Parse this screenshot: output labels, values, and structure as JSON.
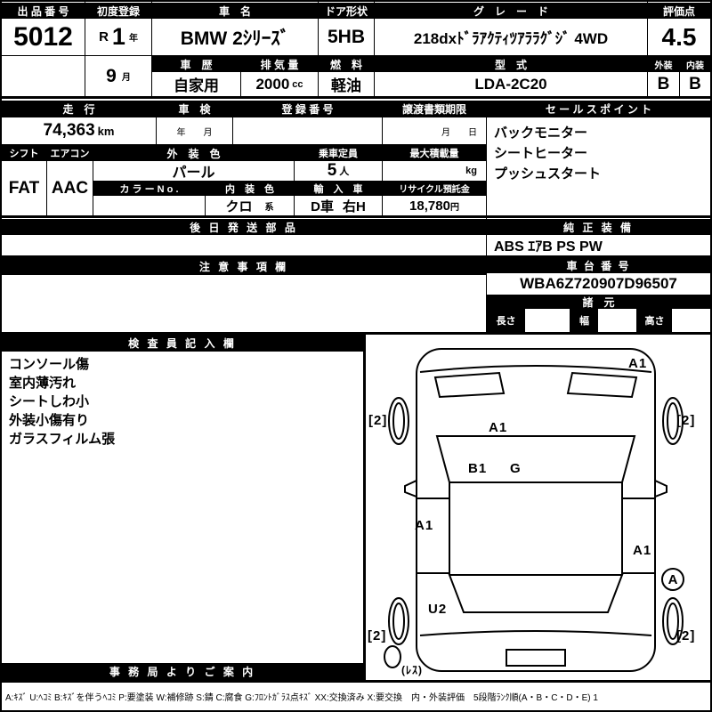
{
  "header": {
    "auction_no_label": "出 品 番 号",
    "auction_no": "5012",
    "first_reg_label": "初度登録",
    "era": "R",
    "year": "1",
    "year_unit": "年",
    "month": "9",
    "month_unit": "月",
    "car_name_label": "車　名",
    "car_name": "BMW 2ｼﾘｰｽﾞ",
    "door_label": "ドア形状",
    "door": "5HB",
    "grade_label": "グ　レ　ー　ド",
    "grade": "218dxﾄﾞﾗｱｸﾃｨﾂｱﾗﾗｸﾞｼﾞ 4WD",
    "score_label": "評価点",
    "score": "4.5",
    "history_label": "車　歴",
    "history": "自家用",
    "displacement_label": "排 気 量",
    "displacement": "2000",
    "displacement_unit": "cc",
    "fuel_label": "燃　料",
    "fuel": "軽油",
    "model_label": "型　式",
    "model": "LDA-2C20",
    "exterior_label": "外装",
    "exterior_grade": "B",
    "interior_label": "内装",
    "interior_grade": "B"
  },
  "registration": {
    "mileage_label": "走　行",
    "mileage": "74,363",
    "mileage_unit": "km",
    "inspection_label": "車　検",
    "inspection_value": "年　　月",
    "reg_no_label": "登 録 番 号",
    "transfer_label": "譲渡書類期限",
    "transfer_value": "月　　日",
    "sales_point_label": "セ ー ル ス ポ イ ン ト",
    "sales_points": [
      "バックモニター",
      "シートヒーター",
      "プッシュスタート"
    ]
  },
  "equipment": {
    "shift_label": "シフト",
    "shift": "FAT",
    "ac_label": "エアコン",
    "ac": "AAC",
    "ext_color_label": "外　装　色",
    "ext_color": "パール",
    "capacity_label": "乗車定員",
    "capacity": "5",
    "capacity_unit": "人",
    "max_load_label": "最大積載量",
    "max_load_unit": "kg",
    "color_no_label": "カ ラ ー N o .",
    "int_color_label": "内　装　色",
    "int_color": "クロ",
    "int_color_suffix": "系",
    "import_label": "輸　入　車",
    "import_d": "D車",
    "import_h": "右H",
    "recycle_label": "リサイクル預託金",
    "recycle_value": "18,780",
    "recycle_unit": "円"
  },
  "shipping": {
    "label": "後 日 発 送 部 品"
  },
  "genuine": {
    "label": "純 正 装 備",
    "value": "ABS ｴｱB PS PW"
  },
  "notice": {
    "label": "注 意 事 項 欄"
  },
  "chassis": {
    "label": "車 台 番 号",
    "value": "WBA6Z720907D96507",
    "spec_label": "諸　元",
    "length_label": "長さ",
    "width_label": "幅",
    "height_label": "高さ"
  },
  "inspector": {
    "label": "検 査 員 記 入 欄",
    "notes": [
      "コンソール傷",
      "室内薄汚れ",
      "シートしわ小",
      "外装小傷有り",
      "ガラスフィルム張"
    ],
    "office_label": "事 務 局 よ り ご 案 内"
  },
  "diagram": {
    "marks": [
      {
        "code": "A1"
      },
      {
        "code": "[2]"
      },
      {
        "code": "[2]"
      },
      {
        "code": "A1"
      },
      {
        "code": "B1"
      },
      {
        "code": "G"
      },
      {
        "code": "A1"
      },
      {
        "code": "A1"
      },
      {
        "code": "A"
      },
      {
        "code": "U2"
      },
      {
        "code": "[2]"
      },
      {
        "code": "[2]"
      },
      {
        "code": "(ﾚｽ)"
      }
    ]
  },
  "legend": "A:ｷｽﾞ U:ﾍｺﾐ B:ｷｽﾞを伴うﾍｺﾐ P:要塗装 W:補修跡 S:錆 C:腐食 G:ﾌﾛﾝﾄｶﾞﾗｽ点ｷｽﾞ XX:交換済み X:要交換　内・外装評価　5段階ﾗﾝｸ順(A・B・C・D・E) 1"
}
